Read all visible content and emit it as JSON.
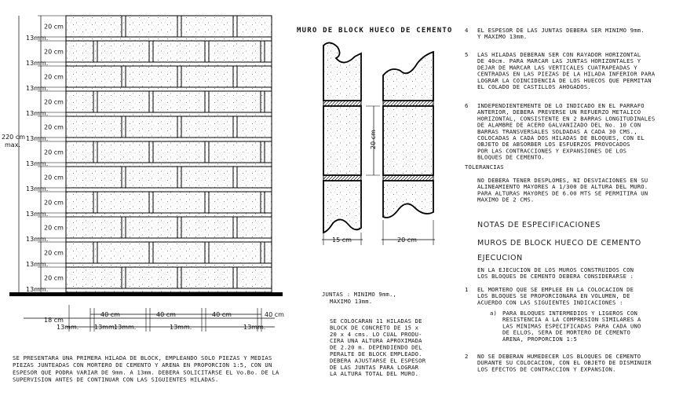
{
  "title": "MURO DE BLOCK HUECO DE CEMENTO",
  "wall": {
    "courses": 11,
    "course_label": "20 cm",
    "joint_label": "13mm.",
    "height_label_1": "220 cm",
    "height_label_2": "max.",
    "bottom_dims": {
      "left_18": "18 cm",
      "joint_left": "13mm.",
      "cm40": [
        "40 cm",
        "40 cm",
        "40 cm",
        "40 cm"
      ],
      "mm13": [
        "13mm.",
        "13mm.",
        "13mm.",
        "13mm."
      ]
    }
  },
  "section": {
    "height_label": "20 cm",
    "width_left": "15 cm",
    "width_right": "20 cm",
    "joints_note": [
      "JUNTAS : MINIMO 9mm.,",
      "MAXIMO 13mm."
    ]
  },
  "notes_left_bottom": [
    "SE PRESENTARA UNA PRIMERA HILADA DE BLOCK, EMPLEANDO SOLO PIEZAS Y MEDIAS",
    "PIEZAS JUNTEADAS CON MORTERO DE CEMENTO Y ARENA EN PROPORCION 1:5, CON UN",
    "ESPESOR QUE PODRA VARIAR DE 9mm. A 13mm. DEBERA SOLICITARSE EL Vo.Bo. DE LA",
    "SUPERVISION ANTES DE CONTINUAR CON LAS SIGUIENTES HILADAS."
  ],
  "notes_center_bottom": [
    "SE COLOCARAN 11 HILADAS DE",
    "BLOCK DE CONCRETO DE 15 x",
    "20 x 4 cms. LO CUAL PRODU-",
    "CIRA UNA ALTURA APROXIMADA",
    "DE 2.20 m. DEPENDIENDO DEL",
    "PERALTE DE BLOCK EMPLEADO.",
    "DEBERA AJUSTARSE EL ESPESOR",
    "DE LAS JUNTAS PARA LOGRAR",
    "LA ALTURA TOTAL DEL MURO."
  ],
  "right_notes": {
    "n4": {
      "num": "4",
      "lines": [
        "EL ESPESOR DE LAS JUNTAS DEBERA SER MINIMO 9mm.",
        "Y MAXIMO 13mm."
      ]
    },
    "n5": {
      "num": "5",
      "lines": [
        "LAS HILADAS DEBERAN SER CON RAYADOR HORIZONTAL",
        "DE 40cm. PARA MARCAR LAS JUNTAS HORIZONTALES Y",
        "DEJAR DE MARCAR LAS VERTICALES CUATRAPEADAS Y",
        "CENTRADAS EN LAS PIEZAS DE LA HILADA INFERIOR PARA",
        "LOGRAR LA COINCIDENCIA DE LOS HUECOS QUE PERMITAN",
        "EL COLADO DE CASTILLOS AHOGADOS."
      ]
    },
    "n6": {
      "num": "6",
      "lines": [
        "INDEPENDIENTEMENTE DE LO INDICADO EN EL PARRAFO",
        "ANTERIOR, DEBERA PREVERSE UN REFUERZO METALICO",
        "HORIZONTAL, CONSISTENTE EN 2 BARRAS LONGITUDINALES",
        "DE ALAMBRE DE ACERO GALVANIZADO DEL No. 10 CON",
        "BARRAS TRANSVERSALES SOLDADAS A CADA 30 CMS.,",
        "COLOCADAS A CADA DOS HILADAS DE BLOQUES, CON EL",
        "OBJETO DE ABSORBER LOS ESFUERZOS PROVOCADOS",
        "POR LAS CONTRACCIONES Y EXPANSIONES DE LOS",
        "BLOQUES DE CEMENTO."
      ]
    },
    "tolerancias_title": "TOLERANCIAS",
    "tolerancias": [
      "NO DEBERA TENER DESPLOMES, NI DESVIACIONES EN SU",
      "ALINEAMIENTO MAYORES A 1/300 DE ALTURA DEL MURO.",
      "PARA ALTURAS MAYORES DE 6.00 MTS SE PERMITIRA UN",
      "MAXIMO DE 2 CMS."
    ],
    "head1": "NOTAS DE ESPECIFICACIONES",
    "head2": "MUROS DE BLOCK HUECO DE CEMENTO",
    "head3": "EJECUCION",
    "intro": [
      "EN LA EJECUCION DE LOS MUROS CONSTRUIDOS CON",
      "LOS BLOQUES DE CEMENTO DEBERA CONSIDERARSE :"
    ],
    "n1": {
      "num": "1",
      "lines": [
        "EL MORTERO QUE SE EMPLEE EN LA COLOCACION DE",
        "LOS BLOQUES SE PROPORCIONARA EN VOLUMEN, DE",
        "ACUERDO CON LAS SIGUIENTES INDICACIONES :"
      ]
    },
    "na": {
      "num": "a)",
      "lines": [
        "PARA BLOQUES INTERMEDIOS Y LIGEROS CON",
        "RESISTENCIA A LA COMPRESION SIMILARES A",
        "LAS MINIMAS ESPECIFICADAS PARA CADA UNO",
        "DE ELLOS, SERA DE MORTERO DE CEMENTO",
        "ARENA, PROPORCION 1:5"
      ]
    },
    "n2": {
      "num": "2",
      "lines": [
        "NO SE DEBERAN HUMEDECER LOS BLOQUES DE CEMENTO",
        "DURANTE SU COLOCACION, CON EL OBJETO DE DISMINUIR",
        "LOS EFECTOS DE CONTRACCION Y EXPANSION."
      ]
    }
  }
}
